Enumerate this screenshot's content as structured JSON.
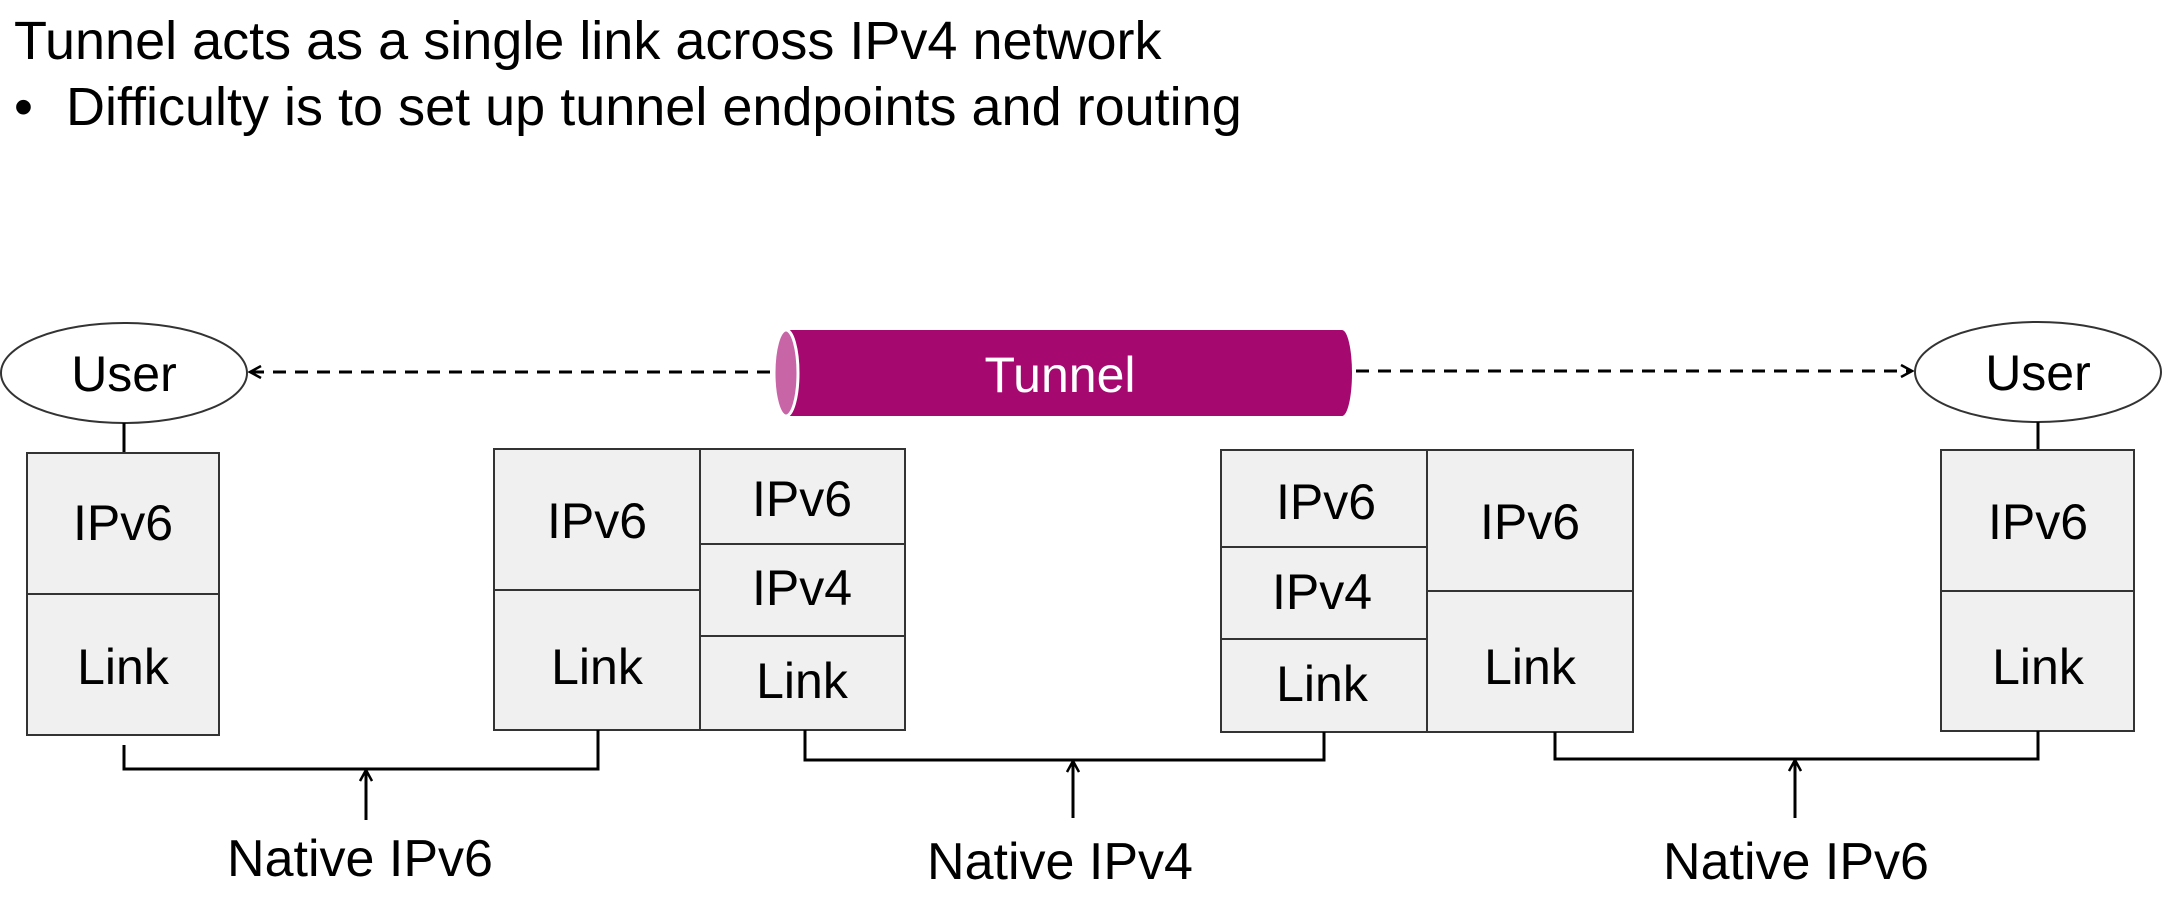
{
  "slide": {
    "title": "Tunnel acts as a single link across IPv4 network",
    "bullet_marker": "•",
    "bullet": "Difficulty is to set up tunnel endpoints and routing"
  },
  "diagram": {
    "tunnel_label": "Tunnel",
    "tunnel_color": "#a5086f",
    "tunnel_cap_color": "#c865a6",
    "left_host": {
      "user": "User",
      "upper": "IPv6",
      "lower": "Link"
    },
    "left_router": {
      "left_stack": {
        "upper": "IPv6",
        "lower": "Link"
      },
      "right_stack": {
        "top": "IPv6",
        "middle": "IPv4",
        "bottom": "Link"
      }
    },
    "right_router": {
      "left_stack": {
        "top": "IPv6",
        "middle": "IPv4",
        "bottom": "Link"
      },
      "right_stack": {
        "upper": "IPv6",
        "lower": "Link"
      }
    },
    "right_host": {
      "user": "User",
      "upper": "IPv6",
      "lower": "Link"
    },
    "networks": {
      "left": "Native IPv6",
      "middle": "Native IPv4",
      "right": "Native IPv6"
    }
  }
}
